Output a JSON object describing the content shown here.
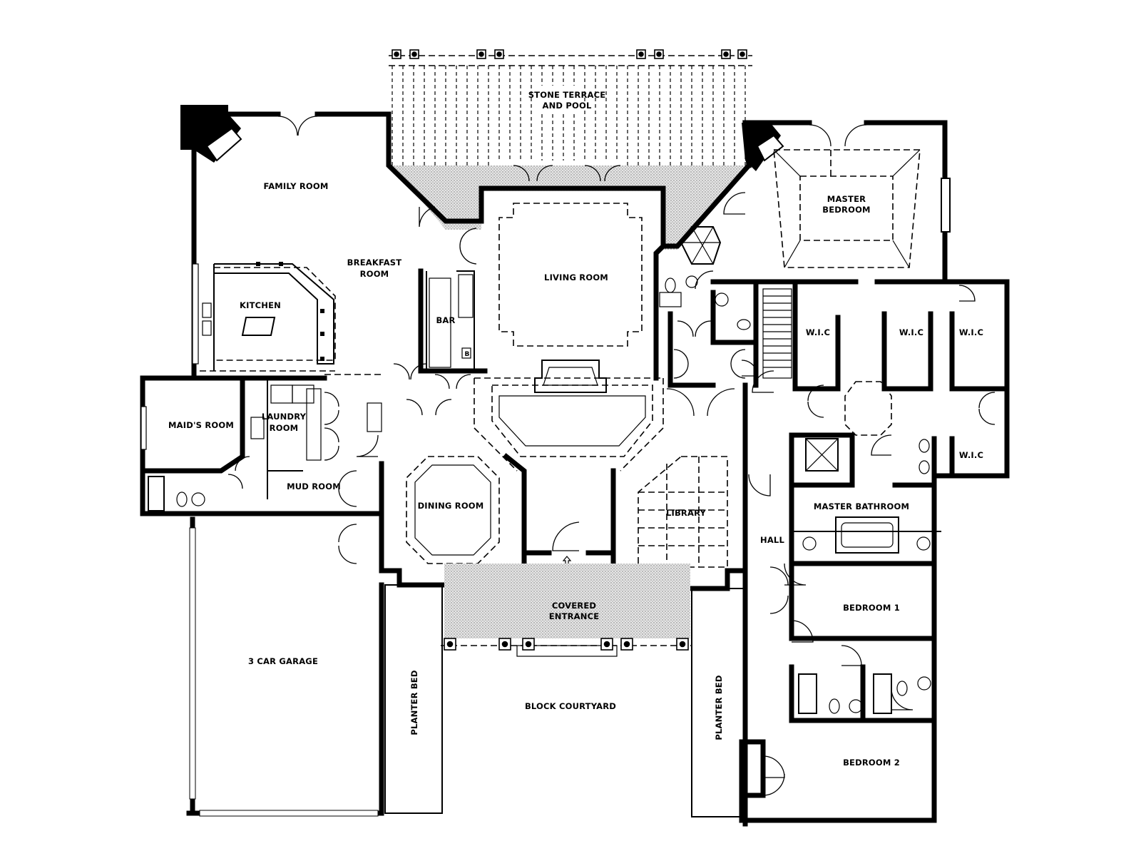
{
  "plan": {
    "rooms": {
      "terrace_1": "STONE TERRACE",
      "terrace_2": "AND POOL",
      "family_room": "FAMILY ROOM",
      "breakfast_1": "BREAKFAST",
      "breakfast_2": "ROOM",
      "kitchen": "KITCHEN",
      "bar": "BAR",
      "bar_b": "B",
      "living_room": "LIVING  ROOM",
      "master_bedroom_1": "MASTER",
      "master_bedroom_2": "BEDROOM",
      "wic_1": "W.I.C",
      "wic_2": "W.I.C",
      "wic_3": "W.I.C",
      "wic_4": "W.I.C",
      "maids_room": "MAID'S ROOM",
      "laundry_1": "LAUNDRY",
      "laundry_2": "ROOM",
      "mud_room": "MUD ROOM",
      "dining_room": "DINING ROOM",
      "library": "LIBRARY",
      "master_bathroom": "MASTER BATHROOM",
      "hall": "HALL",
      "bedroom_1": "BEDROOM  1",
      "covered_entrance_1": "COVERED",
      "covered_entrance_2": "ENTRANCE",
      "garage": "3 CAR  GARAGE",
      "block_courtyard": "BLOCK  COURTYARD",
      "planter_bed_left": "PLANTER BED",
      "planter_bed_right": "PLANTER BED",
      "bedroom_2": "BEDROOM  2"
    }
  }
}
